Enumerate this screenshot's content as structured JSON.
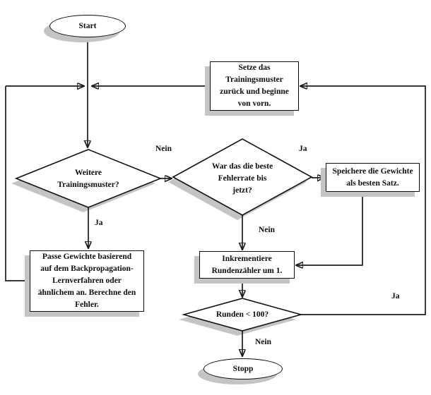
{
  "colors": {
    "line": "#1b1b1b",
    "shape_border": "#0d0d0d",
    "shape_fill": "#ffffff",
    "shadow": "#c4c4c4"
  },
  "nodes": {
    "start": {
      "type": "terminator",
      "label": "Start"
    },
    "reset": {
      "type": "process",
      "label": "Setze das\nTrainingsmuster\nzurück und beginne\nvon vorn."
    },
    "more_patterns": {
      "type": "decision",
      "label": "Weitere\nTrainingsmuster?"
    },
    "best_error": {
      "type": "decision",
      "label": "War das die beste\nFehlerrate bis\njetzt?"
    },
    "save_weights": {
      "type": "process",
      "label": "Speichere die Gewichte\nals besten Satz."
    },
    "adjust_weights": {
      "type": "process",
      "label": "Passe Gewichte basierend\nauf dem Backpropagation-\nLernverfahren oder\nähnlichem an. Berechne den\nFehler."
    },
    "increment_round": {
      "type": "process",
      "label": "Inkrementiere\nRundenzähler um 1."
    },
    "round_check": {
      "type": "decision",
      "label": "Runden < 100?"
    },
    "stopp": {
      "type": "terminator",
      "label": "Stopp"
    }
  },
  "edge_labels": {
    "more_patterns_no": "Nein",
    "more_patterns_yes": "Ja",
    "best_error_yes": "Ja",
    "best_error_no": "Nein",
    "round_check_yes": "Ja",
    "round_check_no": "Nein"
  }
}
